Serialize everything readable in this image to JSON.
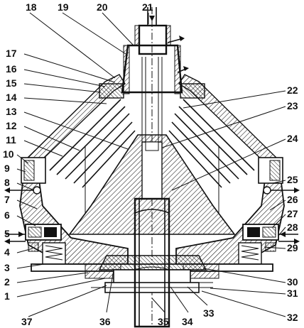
{
  "figure": {
    "labels_left": [
      "18",
      "19",
      "20",
      "21",
      "17",
      "16",
      "15",
      "14",
      "13",
      "12",
      "11",
      "10",
      "9",
      "8",
      "7",
      "6",
      "5",
      "4",
      "3",
      "2",
      "1",
      "37",
      "36",
      "35",
      "34"
    ],
    "labels_right": [
      "22",
      "23",
      "24",
      "25",
      "26",
      "27",
      "28",
      "29",
      "30",
      "31",
      "32",
      "33"
    ]
  }
}
